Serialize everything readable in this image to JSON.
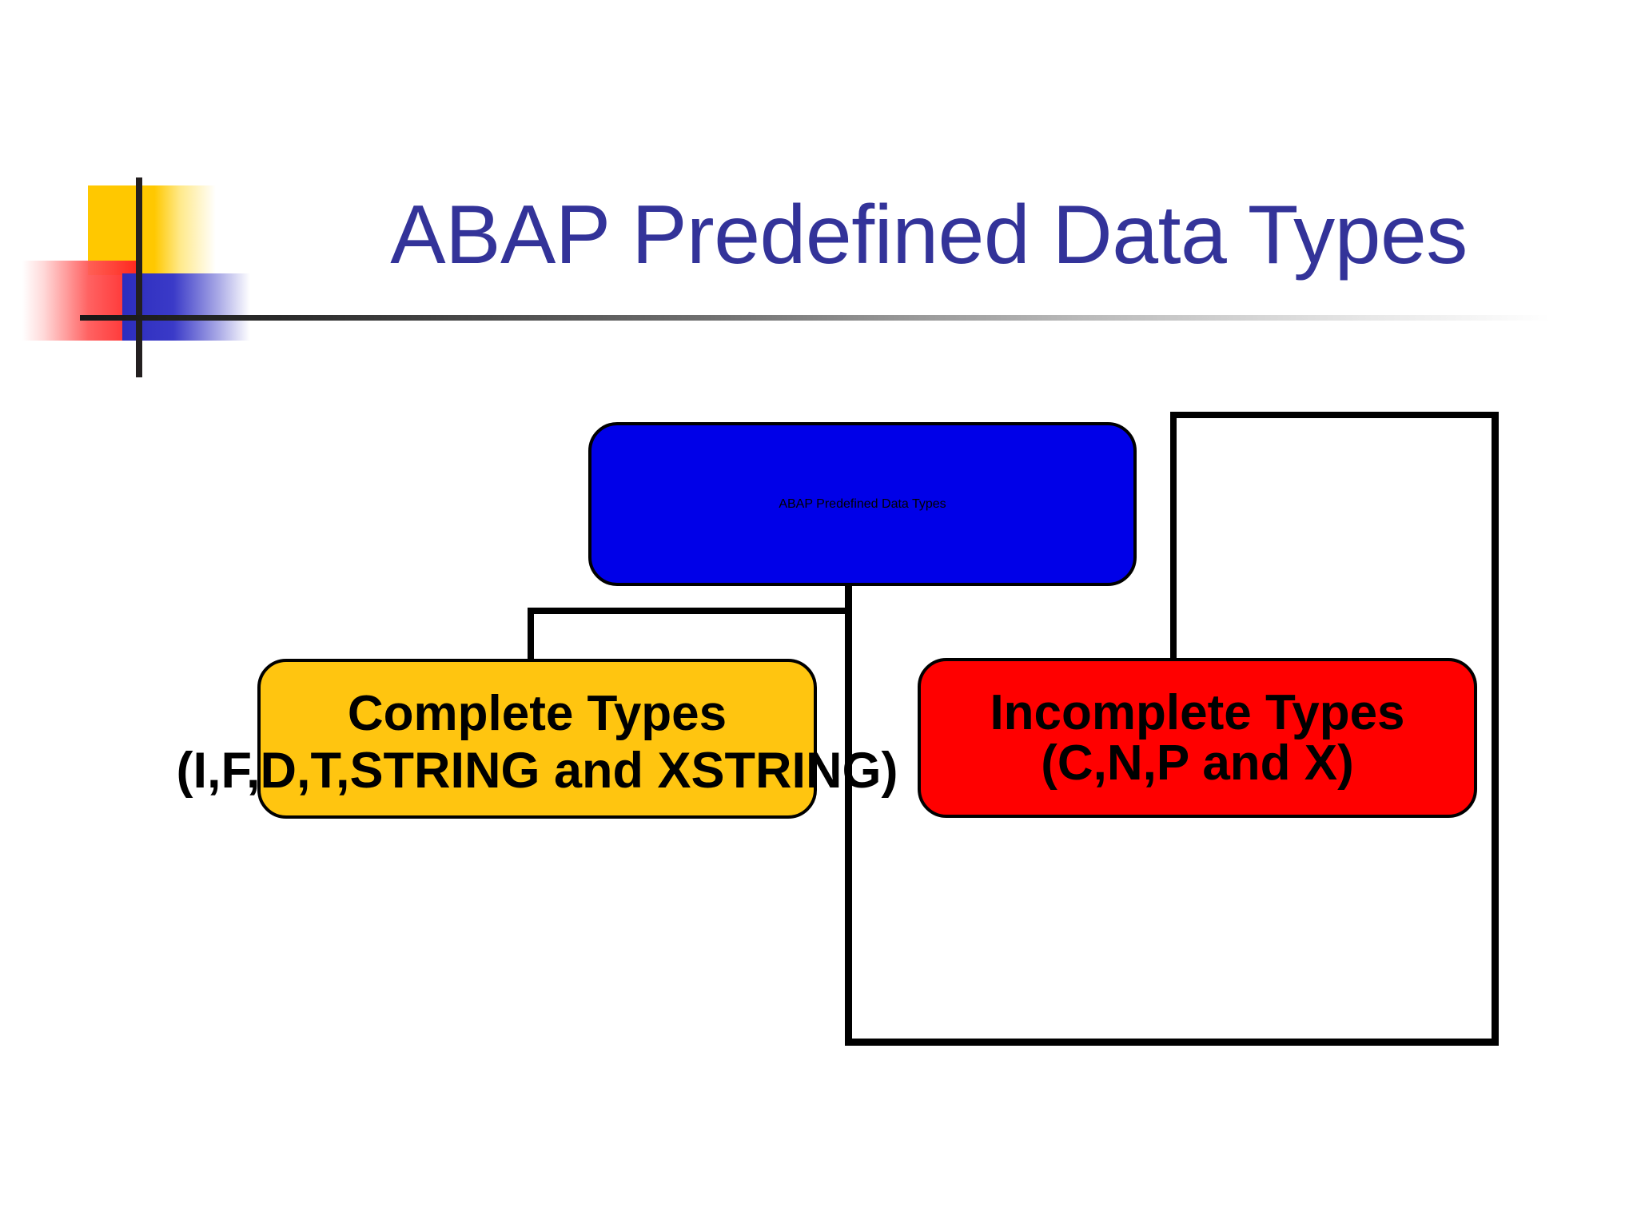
{
  "slide": {
    "title": "ABAP Predefined Data Types",
    "background_color": "#FFFFFF",
    "title_color": "#333399"
  },
  "logo": {
    "yellow_color": "#FFC800",
    "red_color": "#FF1A1A",
    "blue_color": "#2D2DBE",
    "crosshair_color": "#231F20"
  },
  "diagram": {
    "root": {
      "label": "ABAP Predefined Data Types",
      "fill": "#0000E8",
      "text_color": "#FFFFFF"
    },
    "children": [
      {
        "label_line1": "Complete Types",
        "label_line2": "(I,F,D,T,STRING and XSTRING)",
        "fill": "#FFC510",
        "text_color": "#000000"
      },
      {
        "label_line1": "Incomplete Types",
        "label_line2": "(C,N,P and X)",
        "fill": "#FF0000",
        "text_color": "#000000"
      }
    ],
    "connector_color": "#000000"
  }
}
